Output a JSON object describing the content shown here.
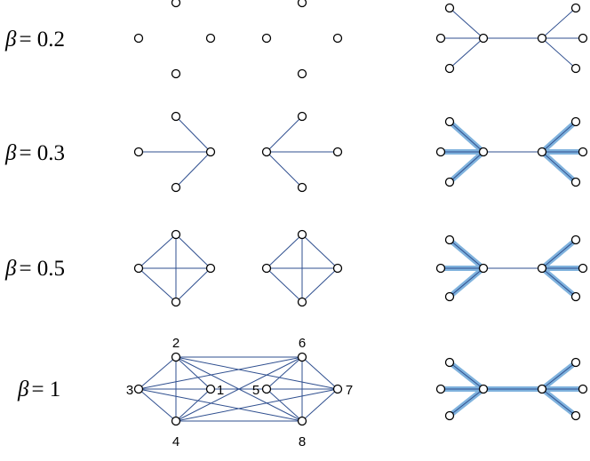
{
  "colors": {
    "edge": "#2f4f8f",
    "highlight": "#7fb2dd",
    "node_fill": "#ffffff",
    "node_stroke": "#000000",
    "text": "#000000"
  },
  "beta_symbol": "β",
  "rows": [
    {
      "beta_label": "= 0.2"
    },
    {
      "beta_label": "= 0.3"
    },
    {
      "beta_label": "= 0.5"
    },
    {
      "beta_label": "= 1"
    }
  ],
  "node_labels": [
    "1",
    "2",
    "3",
    "4",
    "5",
    "6",
    "7",
    "8"
  ]
}
